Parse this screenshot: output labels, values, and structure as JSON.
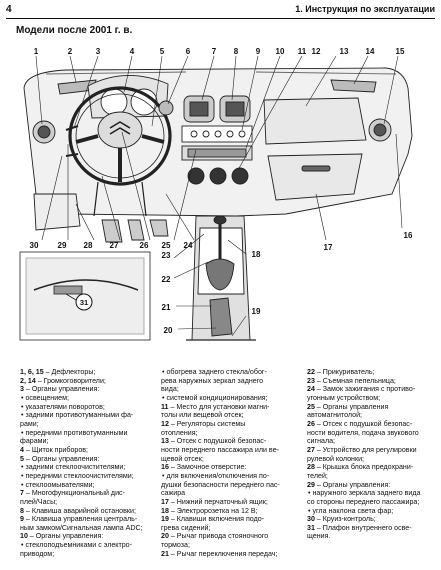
{
  "header": {
    "page_number": "4",
    "chapter_title": "1. Инструкция по эксплуатации"
  },
  "section_title": "Модели после 2001 г. в.",
  "figure": {
    "callouts_top": [
      "1",
      "2",
      "3",
      "4",
      "5",
      "6",
      "7",
      "8",
      "9",
      "10",
      "11",
      "12",
      "13",
      "14",
      "15"
    ],
    "callouts_bottom": [
      "30",
      "29",
      "28",
      "27",
      "26",
      "25",
      "24"
    ],
    "callout_right_16": "16",
    "callout_right_17": "17",
    "callouts_console": [
      "23",
      "22",
      "21",
      "20",
      "18",
      "19"
    ],
    "inset_callout": "31"
  },
  "legend": {
    "col1": [
      {
        "n": "1, 6, 15",
        "t": " – Дефлекторы;"
      },
      {
        "n": "2, 14",
        "t": " – Громкоговорители;"
      },
      {
        "n": "3",
        "t": " – Органы управления:"
      },
      {
        "bullet": "освещением;"
      },
      {
        "bullet": "указателями поворотов;"
      },
      {
        "bullet": "задними противотуманными фа-"
      },
      {
        "t": "рами;"
      },
      {
        "bullet": "передними противотуманными"
      },
      {
        "t": "фарами;"
      },
      {
        "n": "4",
        "t": " – Щиток приборов;"
      },
      {
        "n": "5",
        "t": " – Органы управления:"
      },
      {
        "bullet": "задними стеклоочистителями;"
      },
      {
        "bullet": "передними стеклоочистителями;"
      },
      {
        "bullet": "стеклоомывателями;"
      },
      {
        "n": "7",
        "t": " – Многофункциональный дис-"
      },
      {
        "t": "плей/Часы;"
      },
      {
        "n": "8",
        "t": " – Клавиша аварийной остановки;"
      },
      {
        "n": "9",
        "t": " – Клавиша управления централь-"
      },
      {
        "t": "ным замком/Сигнальная лампа ADC;"
      },
      {
        "n": "10",
        "t": " – Органы управления:"
      },
      {
        "bullet": "стеклоподъемниками с электро-"
      },
      {
        "t": "приводом;"
      }
    ],
    "col2": [
      {
        "bullet": "обогрева заднего стекла/обог-"
      },
      {
        "t": "рева наружных зеркал заднего"
      },
      {
        "t": "вида;"
      },
      {
        "bullet": "системой кондиционирования;"
      },
      {
        "n": "11",
        "t": " – Место для установки магни-"
      },
      {
        "t": "толы или вещевой отсек;"
      },
      {
        "n": "12",
        "t": " – Регуляторы системы"
      },
      {
        "t": "отопления;"
      },
      {
        "n": "13",
        "t": " – Отсек с подушкой безопас-"
      },
      {
        "t": "ности переднего пассажира или ве-"
      },
      {
        "t": "щевой отсек;"
      },
      {
        "n": "16",
        "t": " – Замочное отверстие:"
      },
      {
        "bullet": "для включения/отключения по-"
      },
      {
        "t": "душки безопасности переднего пас-"
      },
      {
        "t": "сажира"
      },
      {
        "n": "17",
        "t": " – Нижний перчаточный ящик;"
      },
      {
        "n": "18",
        "t": " – Электророзетка на 12 В;"
      },
      {
        "n": "19",
        "t": " – Клавиши включения подо-"
      },
      {
        "t": "грева сидений;"
      },
      {
        "n": "20",
        "t": " – Рычаг привода стояночного"
      },
      {
        "t": "тормоза;"
      },
      {
        "n": "21",
        "t": " – Рычаг переключения передач;"
      }
    ],
    "col3": [
      {
        "n": "22",
        "t": " – Прикуриватель;"
      },
      {
        "n": "23",
        "t": " – Съемная пепельница;"
      },
      {
        "n": "24",
        "t": " – Замок зажигания с противо-"
      },
      {
        "t": "угонным устройством;"
      },
      {
        "n": "25",
        "t": " – Органы управления автомагнитолой;"
      },
      {
        "n": "26",
        "t": " – Отсек с подушкой безопас-"
      },
      {
        "t": "ности водителя, подача звукового"
      },
      {
        "t": "сигнала;"
      },
      {
        "n": "27",
        "t": " – Устройство для регулировки"
      },
      {
        "t": "рулевой колонки;"
      },
      {
        "n": "28",
        "t": " – Крышка блока предохрани-"
      },
      {
        "t": "телей;"
      },
      {
        "n": "29",
        "t": " – Органы управления:"
      },
      {
        "bullet": "наружного зеркала заднего вида"
      },
      {
        "t": "со стороны переднего пассажира;"
      },
      {
        "bullet": "угла наклона света фар;"
      },
      {
        "n": "30",
        "t": " – Круиз-контроль;"
      },
      {
        "n": "31",
        "t": " – Плафон внутреннего осве-"
      },
      {
        "t": "щения."
      }
    ]
  }
}
